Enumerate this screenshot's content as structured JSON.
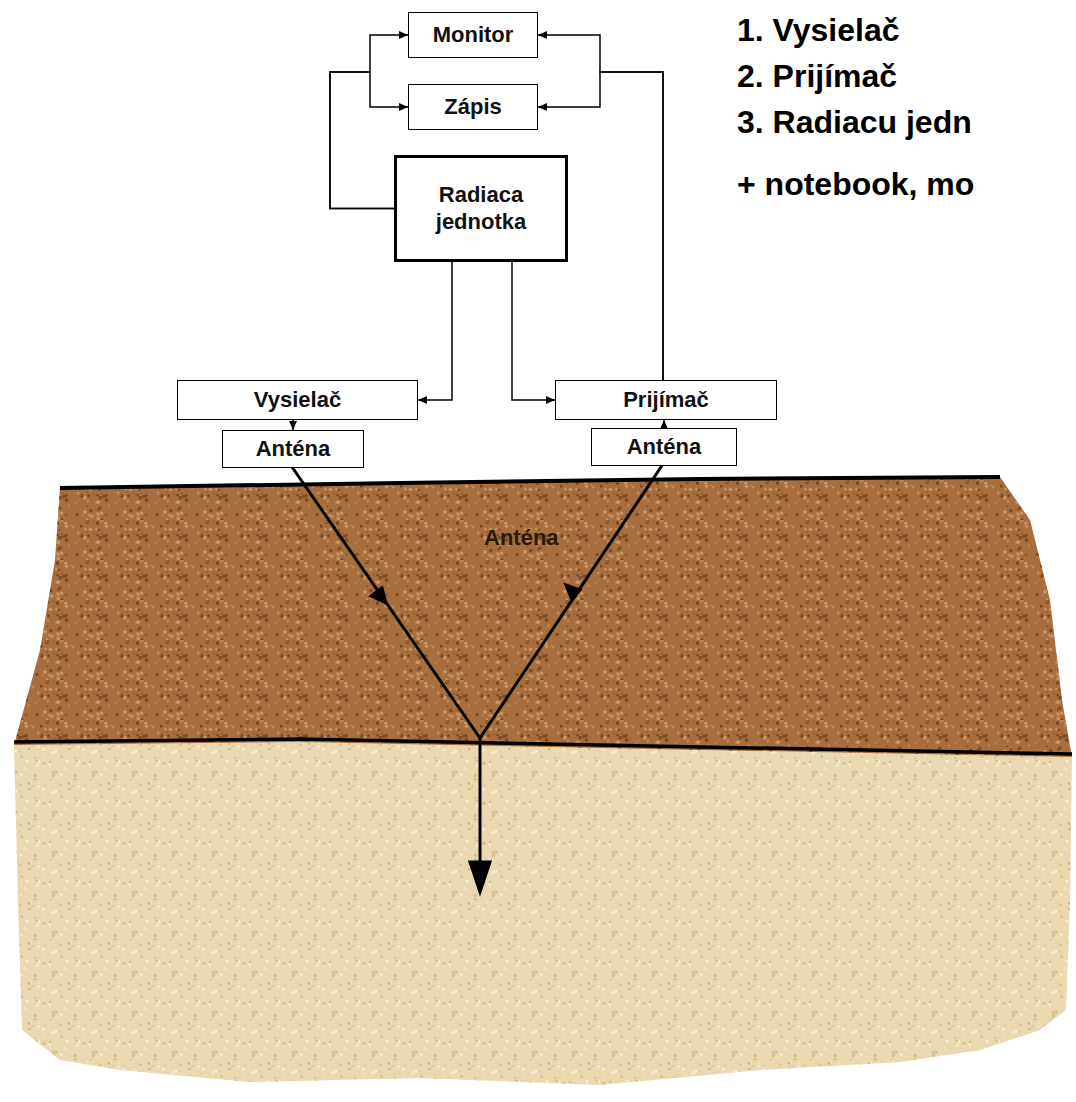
{
  "diagram": {
    "nodes": [
      {
        "text": [
          "Monitor"
        ]
      },
      {
        "text": [
          "Zápis"
        ]
      },
      {
        "text": [
          "Radiaca jednotka"
        ]
      },
      {
        "text": [
          "Vysielač"
        ]
      },
      {
        "text": [
          "Prijímač"
        ]
      },
      {
        "text": [
          "Anténa"
        ]
      },
      {
        "text": [
          "Anténa"
        ]
      }
    ],
    "edges": [
      {
        "from": 2,
        "to": 0,
        "arrow": "to"
      },
      {
        "from": 2,
        "to": 1,
        "arrow": "to"
      },
      {
        "from": 4,
        "to": 0,
        "arrow": "to"
      },
      {
        "from": 4,
        "to": 1,
        "arrow": "to"
      },
      {
        "from": 2,
        "to": 3,
        "arrow": "to"
      },
      {
        "from": 2,
        "to": 4,
        "arrow": "to"
      },
      {
        "from": 3,
        "to": 5,
        "arrow": "to"
      },
      {
        "from": 6,
        "to": 4,
        "arrow": "to"
      }
    ],
    "labels": [
      "1. Vysielač",
      "2. Prijímač",
      "3. Radiacu jedn",
      "+ notebook, mo",
      "Anténa"
    ]
  }
}
